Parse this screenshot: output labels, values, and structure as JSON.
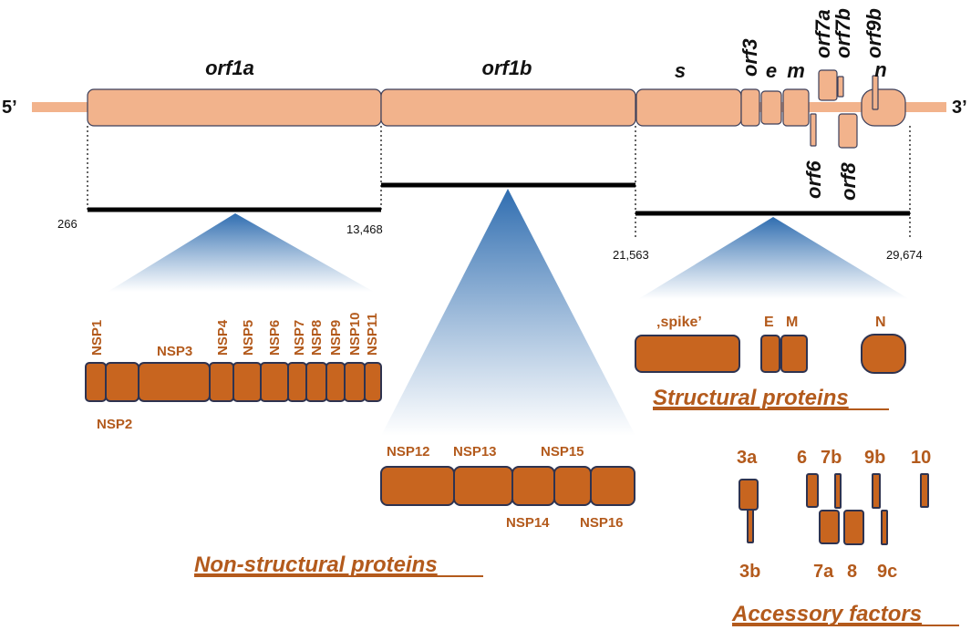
{
  "genome": {
    "five_prime": "5’",
    "three_prime": "3’",
    "genes": {
      "orf1a": "orf1a",
      "orf1b": "orf1b",
      "s": "s",
      "orf3": "orf3",
      "e": "e",
      "m": "m",
      "orf7a": "orf7a",
      "orf7b": "orf7b",
      "orf9b": "orf9b",
      "n": "n",
      "orf6": "orf6",
      "orf8": "orf8"
    },
    "coordinates": {
      "c266": "266",
      "c13468": "13,468",
      "c21563": "21,563",
      "c29674": "29,674"
    }
  },
  "nonstructural": {
    "labels": {
      "nsp1": "NSP1",
      "nsp2": "NSP2",
      "nsp3": "NSP3",
      "nsp4": "NSP4",
      "nsp5": "NSP5",
      "nsp6": "NSP6",
      "nsp7": "NSP7",
      "nsp8": "NSP8",
      "nsp9": "NSP9",
      "nsp10": "NSP10",
      "nsp11": "NSP11",
      "nsp12": "NSP12",
      "nsp13": "NSP13",
      "nsp14": "NSP14",
      "nsp15": "NSP15",
      "nsp16": "NSP16"
    },
    "title": "Non-structural  proteins"
  },
  "structural": {
    "labels": {
      "spike": "‚spike’",
      "e": "E",
      "m": "M",
      "n": "N"
    },
    "title": "Structural  proteins"
  },
  "accessory": {
    "labels": {
      "a3a": "3a",
      "a3b": "3b",
      "a6": "6",
      "a7b": "7b",
      "a7a": "7a",
      "a8": "8",
      "a9b": "9b",
      "a9c": "9c",
      "a10": "10"
    },
    "title": "Accessory  factors"
  },
  "colors": {
    "gene_fill": "#f2b38c",
    "protein_fill": "#c8651f",
    "label_color": "#b35a1c",
    "wedge_top": "#2f6db0",
    "wedge_bottom": "#ffffff"
  }
}
